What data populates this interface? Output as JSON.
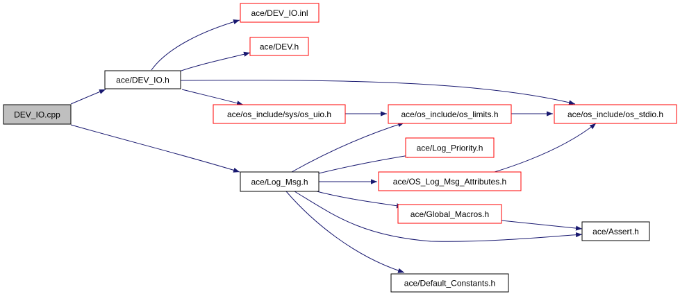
{
  "colors": {
    "edge": "#191970",
    "border_complete": "#000000",
    "border_truncated": "#ff0000",
    "fill_root": "#bfbfbf",
    "fill_default": "#ffffff"
  },
  "nodes": {
    "dev_io_cpp": {
      "label": "DEV_IO.cpp",
      "style": "root"
    },
    "dev_io_h": {
      "label": "ace/DEV_IO.h",
      "style": "complete"
    },
    "dev_io_inl": {
      "label": "ace/DEV_IO.inl",
      "style": "truncated"
    },
    "dev_h": {
      "label": "ace/DEV.h",
      "style": "truncated"
    },
    "sys_os_uio_h": {
      "label": "ace/os_include/sys/os_uio.h",
      "style": "truncated"
    },
    "os_limits_h": {
      "label": "ace/os_include/os_limits.h",
      "style": "truncated"
    },
    "os_stdio_h": {
      "label": "ace/os_include/os_stdio.h",
      "style": "truncated"
    },
    "log_msg_h": {
      "label": "ace/Log_Msg.h",
      "style": "complete"
    },
    "log_priority_h": {
      "label": "ace/Log_Priority.h",
      "style": "truncated"
    },
    "os_log_msg_attributes_h": {
      "label": "ace/OS_Log_Msg_Attributes.h",
      "style": "truncated"
    },
    "global_macros_h": {
      "label": "ace/Global_Macros.h",
      "style": "truncated"
    },
    "assert_h": {
      "label": "ace/Assert.h",
      "style": "complete"
    },
    "default_constants_h": {
      "label": "ace/Default_Constants.h",
      "style": "complete"
    }
  },
  "edges": [
    {
      "from": "dev_io_cpp",
      "to": "dev_io_h"
    },
    {
      "from": "dev_io_cpp",
      "to": "log_msg_h"
    },
    {
      "from": "dev_io_h",
      "to": "dev_io_inl"
    },
    {
      "from": "dev_io_h",
      "to": "dev_h"
    },
    {
      "from": "dev_io_h",
      "to": "os_stdio_h"
    },
    {
      "from": "dev_io_h",
      "to": "sys_os_uio_h"
    },
    {
      "from": "sys_os_uio_h",
      "to": "os_limits_h"
    },
    {
      "from": "os_limits_h",
      "to": "os_stdio_h"
    },
    {
      "from": "log_msg_h",
      "to": "os_limits_h"
    },
    {
      "from": "log_msg_h",
      "to": "log_priority_h"
    },
    {
      "from": "log_msg_h",
      "to": "os_log_msg_attributes_h"
    },
    {
      "from": "os_log_msg_attributes_h",
      "to": "os_stdio_h"
    },
    {
      "from": "log_msg_h",
      "to": "global_macros_h"
    },
    {
      "from": "global_macros_h",
      "to": "assert_h"
    },
    {
      "from": "log_msg_h",
      "to": "assert_h"
    },
    {
      "from": "log_msg_h",
      "to": "default_constants_h"
    }
  ]
}
